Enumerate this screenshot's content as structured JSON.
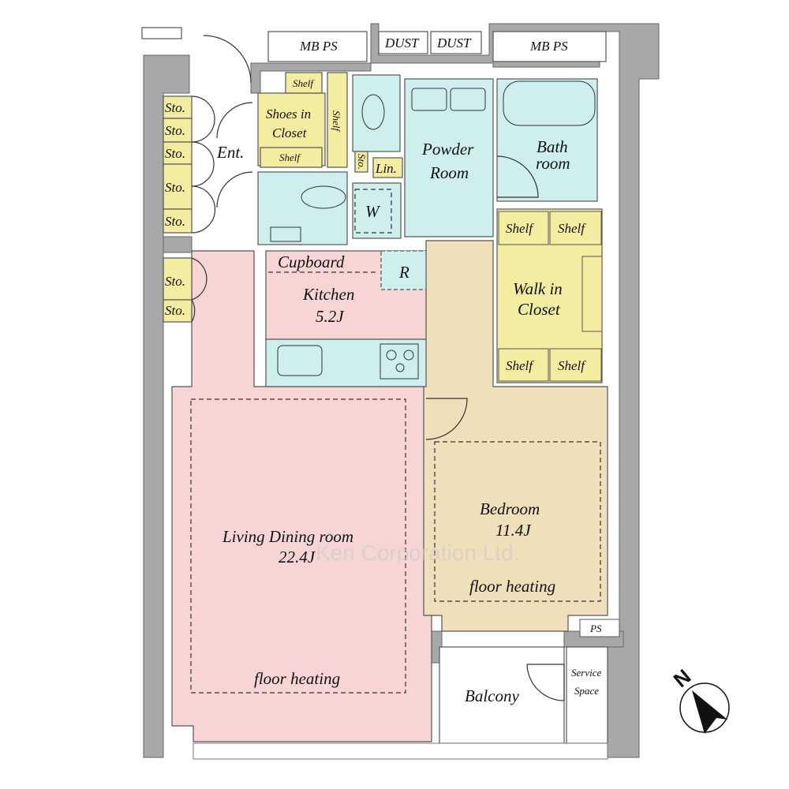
{
  "colors": {
    "wall": "#a8a8a8",
    "living": "#f8d5d5",
    "bedroom": "#efdfbb",
    "wet": "#cfeeee",
    "storage": "#f3eda2"
  },
  "labels": {
    "mbps_left": "MB PS",
    "dust_1": "DUST",
    "dust_2": "DUST",
    "mbps_right": "MB PS",
    "sto": "Sto.",
    "shelf": "Shelf",
    "shoes_closet": [
      "Shoes in",
      "Closet"
    ],
    "entrance": "Ent.",
    "sto_small": "Sto.",
    "linen": "Lin.",
    "washer": "W",
    "powder_room": [
      "Powder",
      "Room"
    ],
    "bath_room": [
      "Bath",
      "room"
    ],
    "walk_in_closet": [
      "Walk in",
      "Closet"
    ],
    "cupboard": "Cupboard",
    "refrigerator": "R",
    "kitchen": "Kitchen",
    "kitchen_size": "5.2J",
    "living": "Living Dining room",
    "living_size": "22.4J",
    "living_heating": "floor heating",
    "bedroom": "Bedroom",
    "bedroom_size": "11.4J",
    "bedroom_heating": "floor heating",
    "ps": "PS",
    "balcony": "Balcony",
    "service_space": [
      "Service",
      "Space"
    ],
    "compass": "N",
    "watermark": "Ken Corporation Ltd."
  }
}
